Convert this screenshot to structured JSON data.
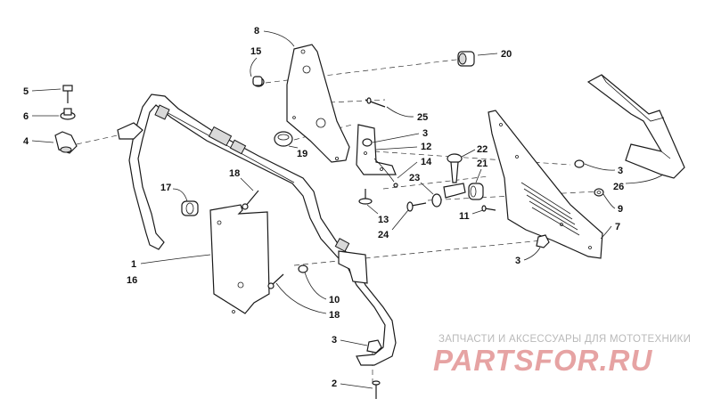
{
  "diagram": {
    "callouts": {
      "c1": "1",
      "c2": "2",
      "c3a": "3",
      "c3b": "3",
      "c3c": "3",
      "c3d": "3",
      "c4": "4",
      "c5": "5",
      "c6": "6",
      "c7": "7",
      "c8": "8",
      "c9": "9",
      "c10": "10",
      "c11": "11",
      "c12": "12",
      "c13": "13",
      "c14": "14",
      "c15": "15",
      "c16": "16",
      "c17": "17",
      "c18a": "18",
      "c18b": "18",
      "c19": "19",
      "c20": "20",
      "c21": "21",
      "c22": "22",
      "c23": "23",
      "c24": "24",
      "c25": "25",
      "c26": "26"
    }
  },
  "watermark": {
    "tagline": "ЗАПЧАСТИ И АКСЕССУАРЫ ДЛЯ МОТОТЕХНИКИ",
    "logo": "PARTSFOR.RU"
  },
  "colors": {
    "ink": "#1a1a1a",
    "watermark_logo": "#e6a3a3",
    "watermark_text": "#b9b9b9"
  }
}
